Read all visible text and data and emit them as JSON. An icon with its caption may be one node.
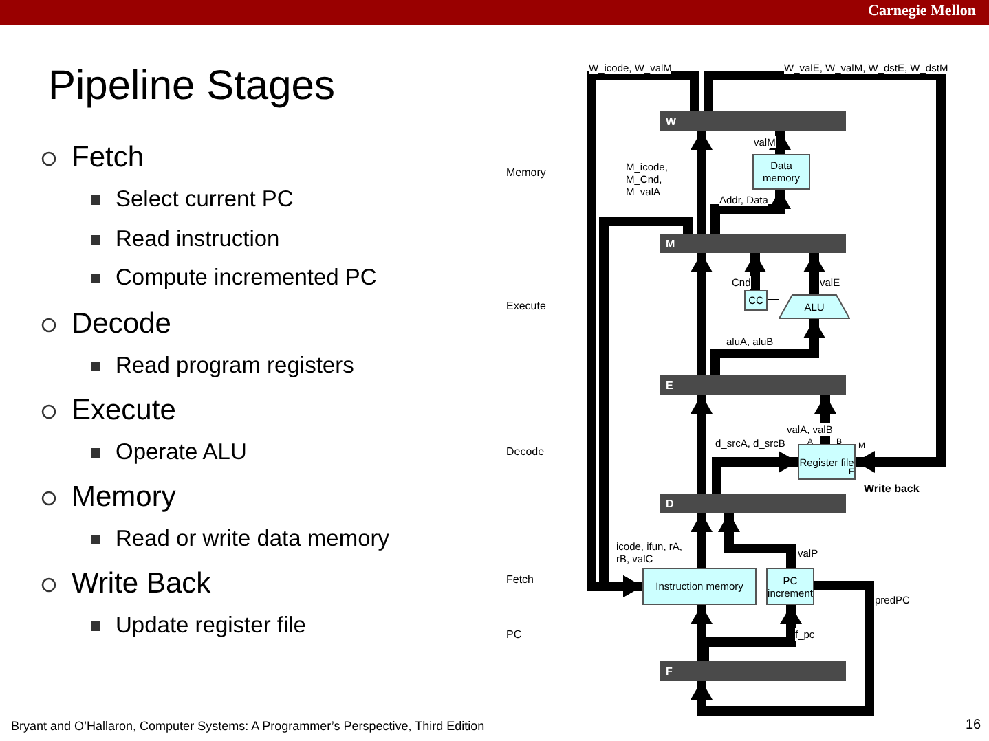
{
  "diagram": {
    "title": "Pipeline Stages",
    "nodes": [
      {
        "text": [
          "W"
        ]
      },
      {
        "text": [
          "Data memory"
        ]
      },
      {
        "text": [
          "M"
        ]
      },
      {
        "text": [
          "CC"
        ]
      },
      {
        "text": [
          "ALU"
        ]
      },
      {
        "text": [
          "E"
        ]
      },
      {
        "text": [
          "Register file"
        ]
      },
      {
        "text": [
          "D"
        ]
      },
      {
        "text": [
          "Instruction memory"
        ]
      },
      {
        "text": [
          "PC increment"
        ]
      },
      {
        "text": [
          "F"
        ]
      }
    ],
    "edges": [
      {
        "from": 10,
        "to": 8,
        "arrow": "to"
      },
      {
        "from": 10,
        "to": 9,
        "label": "f_pc",
        "arrow": "to"
      },
      {
        "from": 8,
        "to": 7,
        "label": "icode, ifun, rA, rB, valC",
        "arrow": "to"
      },
      {
        "from": 9,
        "to": 7,
        "label": "valP",
        "arrow": "to"
      },
      {
        "from": 9,
        "to": 10,
        "label": "predPC",
        "arrow": "to"
      },
      {
        "from": 7,
        "to": 5,
        "arrow": "to"
      },
      {
        "from": 7,
        "to": 6,
        "label": "d_srcA, d_srcB",
        "arrow": "to"
      },
      {
        "from": 6,
        "to": 5,
        "label": "valA, valB",
        "arrow": "to"
      },
      {
        "from": 0,
        "to": 6,
        "label": "W_valE, W_valM, W_dstE, W_dstM",
        "arrow": "to"
      },
      {
        "from": 0,
        "to": 8,
        "label": "W_icode, W_valM",
        "arrow": "to"
      },
      {
        "from": 5,
        "to": 2,
        "arrow": "to"
      },
      {
        "from": 5,
        "to": 4,
        "label": "aluA, aluB",
        "arrow": "to"
      },
      {
        "from": 4,
        "to": 2,
        "label": "valE",
        "arrow": "to"
      },
      {
        "from": 3,
        "to": 2,
        "label": "Cnd",
        "arrow": "to"
      },
      {
        "from": 3,
        "to": 4,
        "arrow": "none"
      },
      {
        "from": 2,
        "to": 0,
        "arrow": "to"
      },
      {
        "from": 2,
        "to": 1,
        "label": "Addr, Data",
        "arrow": "to"
      },
      {
        "from": 1,
        "to": 0,
        "label": "valM",
        "arrow": "to"
      },
      {
        "from": 2,
        "to": 8,
        "label": "M_icode, M_Cnd, M_valA",
        "arrow": "to"
      }
    ],
    "labels": [
      "Carnegie Mellon",
      "Fetch",
      "Select current PC",
      "Read instruction",
      "Compute incremented PC",
      "Decode",
      "Read program registers",
      "Execute",
      "Operate ALU",
      "Memory",
      "Read or write data memory",
      "Write Back",
      "Update register file",
      "Memory",
      "Execute",
      "Decode",
      "Fetch",
      "PC",
      "Write back",
      "A",
      "B",
      "M",
      "E",
      "Bryant and O’Hallaron, Computer Systems: A Programmer’s Perspective, Third Edition",
      "16"
    ]
  }
}
